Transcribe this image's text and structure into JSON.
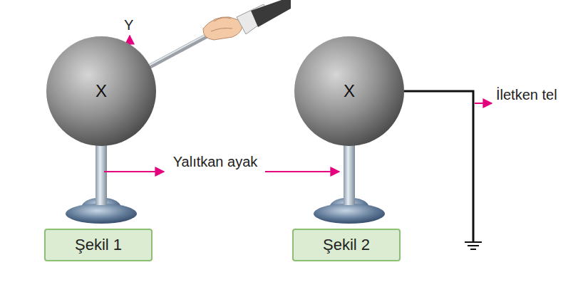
{
  "diagram": {
    "nodes": [
      {
        "text": [
          "X"
        ]
      },
      {
        "text": [
          "X"
        ]
      },
      {
        "text": [
          "Şekil 1"
        ]
      },
      {
        "text": [
          "Şekil 2"
        ]
      }
    ],
    "labels": [
      "Y",
      "Yalıtkan ayak",
      "İletken tel"
    ]
  }
}
